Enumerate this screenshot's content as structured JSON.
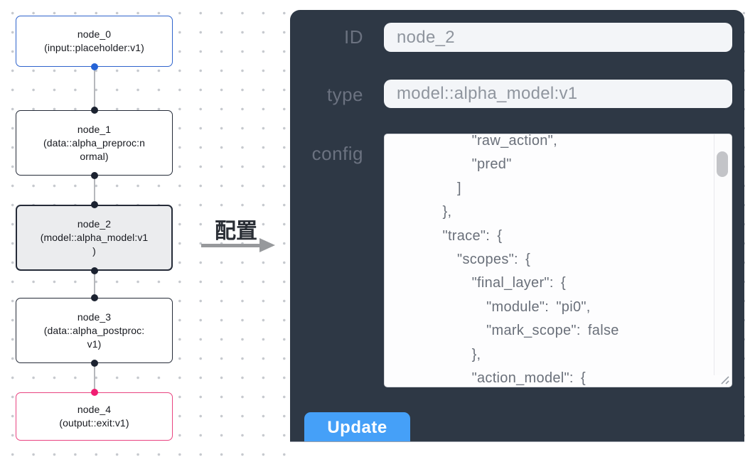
{
  "colors": {
    "panel_bg": "#2e3845",
    "accent_blue": "#45a0f8",
    "input_node_border": "#2e63cc",
    "output_node_border": "#e94380",
    "default_node_border": "#252b38",
    "selected_node_bg": "#ebecee",
    "port_blue": "#2563d6",
    "port_pink": "#f01d72",
    "port_dark": "#1b2230"
  },
  "canvas": {
    "nodes": [
      {
        "text": "node_0\n(input::placeholder:v1)"
      },
      {
        "text": "node_1\n(data::alpha_preproc:n\normal)"
      },
      {
        "text": "node_2\n(model::alpha_model:v1\n)"
      },
      {
        "text": "node_3\n(data::alpha_postproc:\nv1)"
      },
      {
        "text": "node_4\n(output::exit:v1)"
      }
    ]
  },
  "transition": {
    "label": "配置"
  },
  "panel": {
    "fields": {
      "id": {
        "label": "ID",
        "value": "node_2"
      },
      "type": {
        "label": "type",
        "value": "model::alpha_model:v1"
      },
      "config": {
        "label": "config",
        "visible_text": "          \"raw_action\",\n          \"pred\"\n        ]\n      },\n      \"trace\": {\n        \"scopes\": {\n          \"final_layer\": {\n            \"module\": \"pi0\",\n            \"mark_scope\": false\n          },\n          \"action_model\": {"
      }
    },
    "update_button": "Update"
  }
}
